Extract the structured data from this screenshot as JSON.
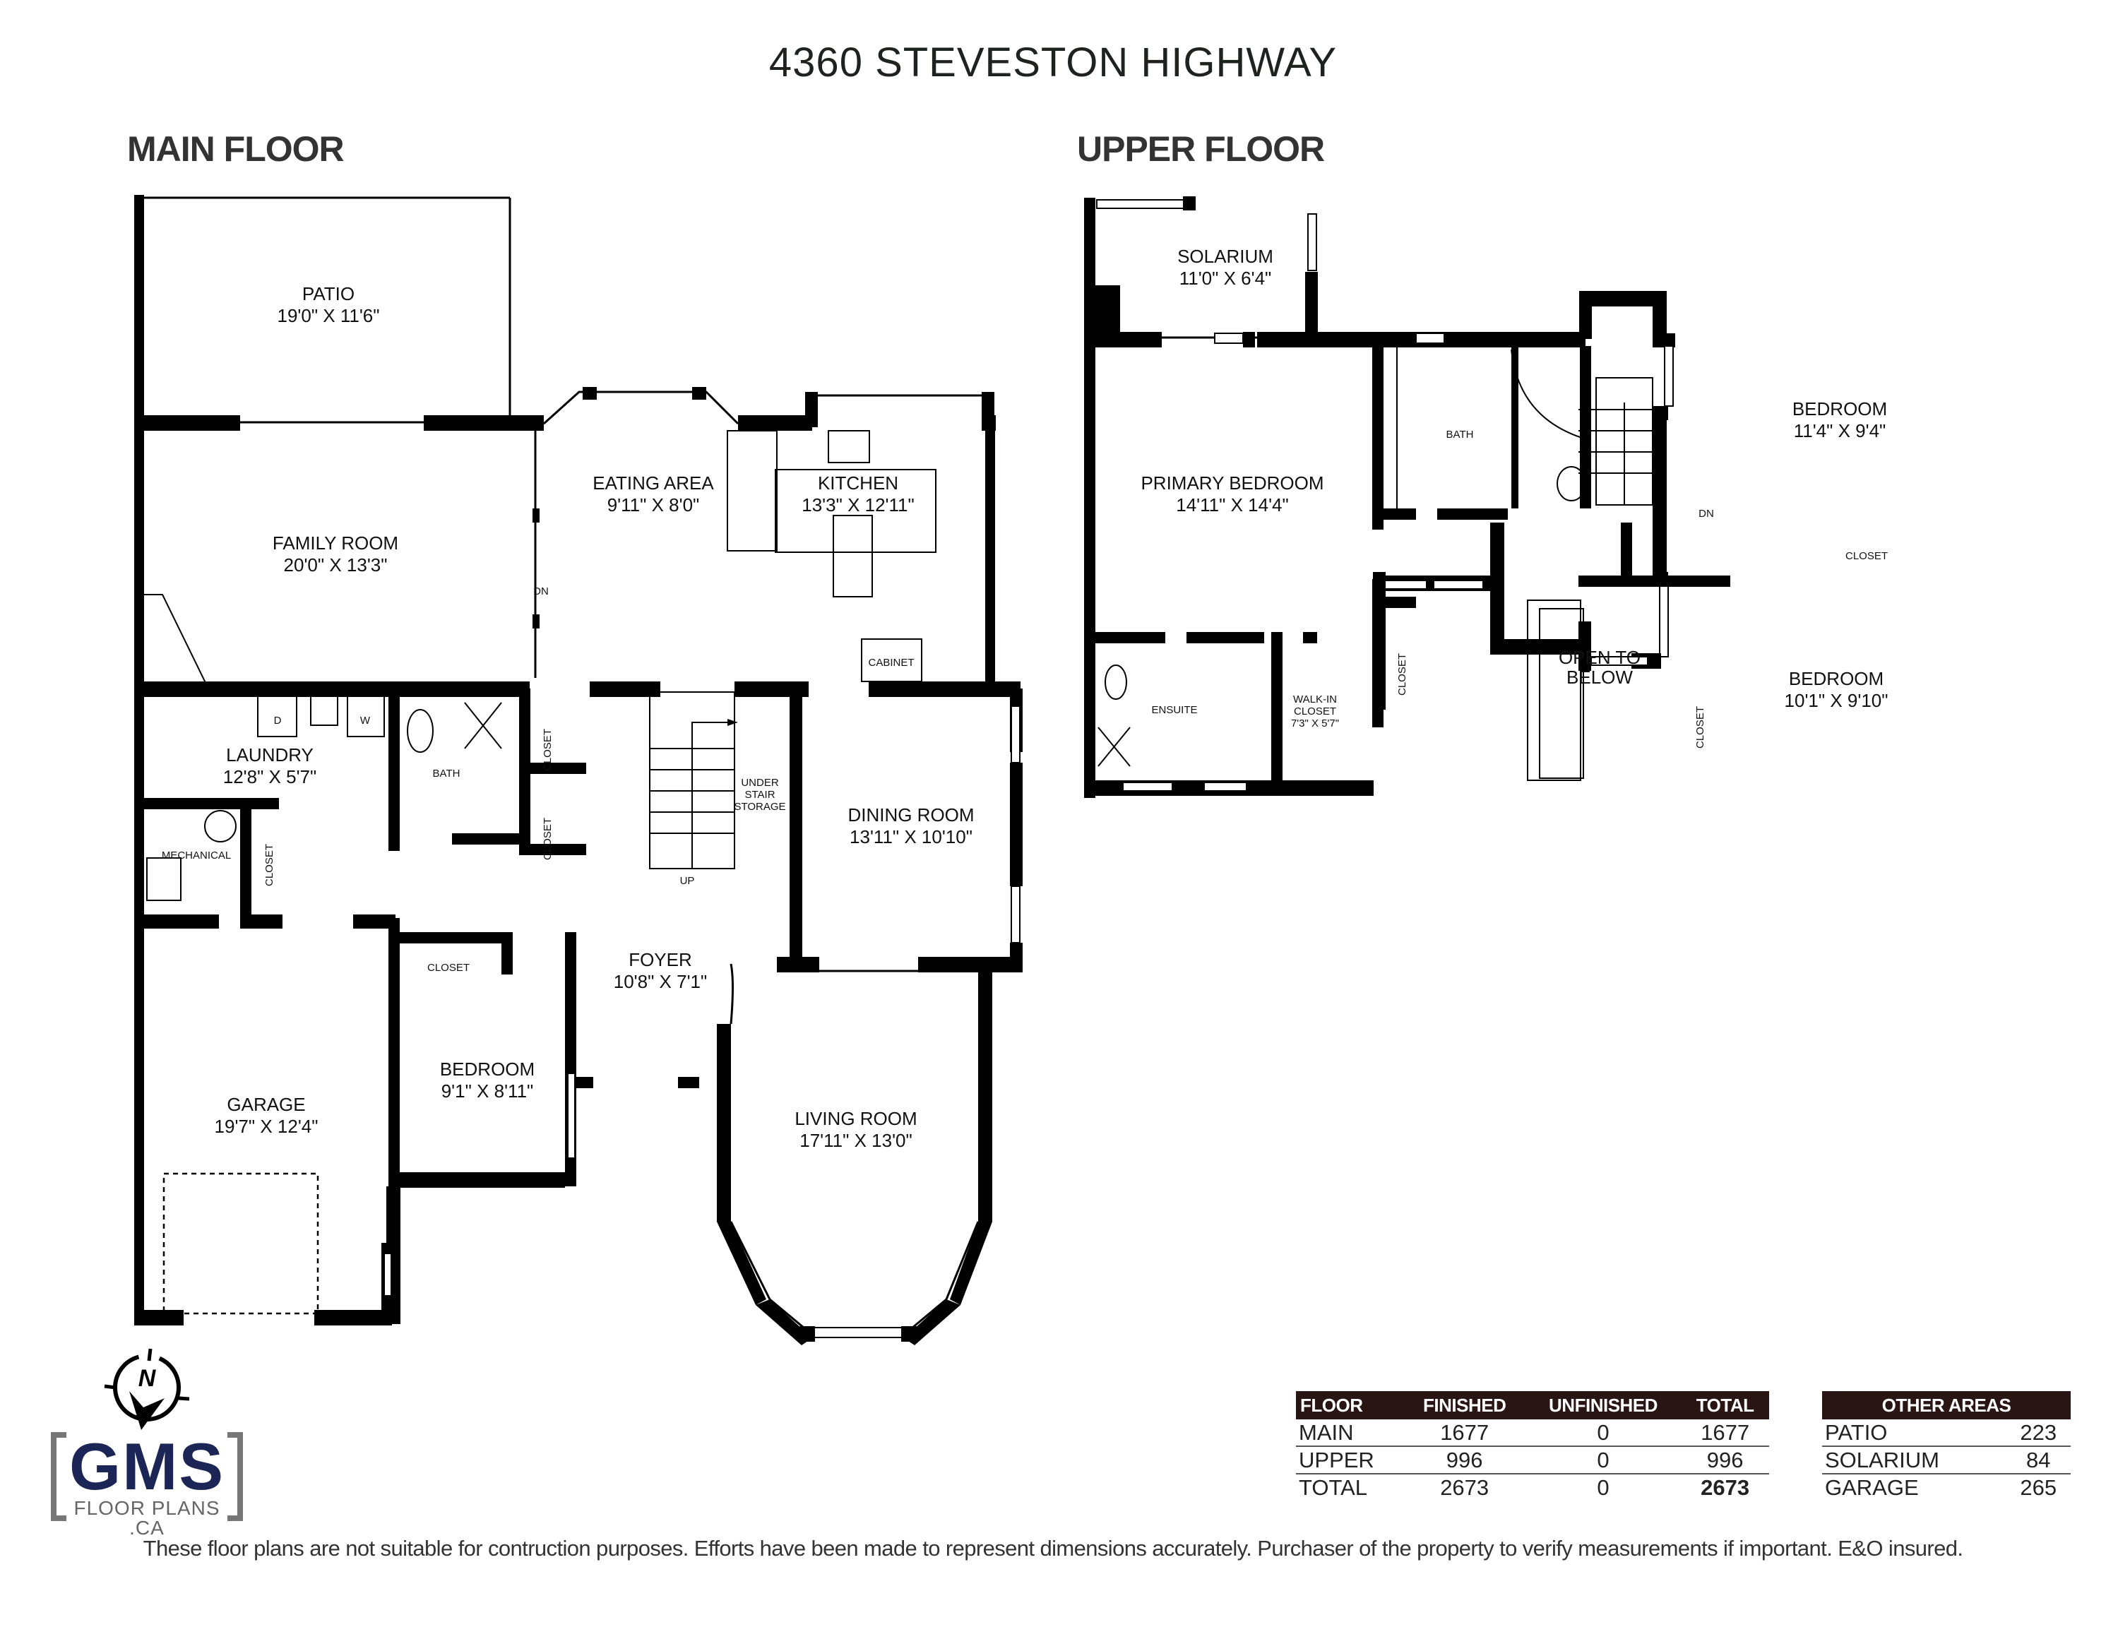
{
  "title": "4360 STEVESTON HIGHWAY",
  "main_floor": {
    "heading": "MAIN FLOOR",
    "rooms": [
      {
        "name": "PATIO",
        "dims": "19'0\" X 11'6\""
      },
      {
        "name": "FAMILY ROOM",
        "dims": "20'0\" X 13'3\""
      },
      {
        "name": "EATING AREA",
        "dims": "9'11\" X 8'0\""
      },
      {
        "name": "KITCHEN",
        "dims": "13'3\" X 12'11\""
      },
      {
        "name": "LAUNDRY",
        "dims": "12'8\" X 5'7\""
      },
      {
        "name": "DINING ROOM",
        "dims": "13'11\" X 10'10\""
      },
      {
        "name": "FOYER",
        "dims": "10'8\" X 7'1\""
      },
      {
        "name": "BEDROOM",
        "dims": "9'1\" X 8'11\""
      },
      {
        "name": "GARAGE",
        "dims": "19'7\" X 12'4\""
      },
      {
        "name": "LIVING ROOM",
        "dims": "17'11\" X 13'0\""
      }
    ],
    "small_labels": {
      "cabinet": "CABINET",
      "bath": "BATH",
      "closet": "CLOSET",
      "mechanical": "MECHANICAL",
      "under_stair_1": "UNDER",
      "under_stair_2": "STAIR",
      "under_stair_3": "STORAGE",
      "up": "UP",
      "dn": "DN",
      "dryer": "D",
      "washer": "W"
    }
  },
  "upper_floor": {
    "heading": "UPPER FLOOR",
    "rooms": [
      {
        "name": "SOLARIUM",
        "dims": "11'0\" X 6'4\""
      },
      {
        "name": "PRIMARY BEDROOM",
        "dims": "14'11\" X 14'4\""
      },
      {
        "name": "BEDROOM",
        "dims": "11'4\" X 9'4\""
      },
      {
        "name": "BEDROOM",
        "dims": "10'1\" X 9'10\""
      },
      {
        "name": "WALK-IN CLOSET",
        "dims": "7'3\" X 5'7\""
      }
    ],
    "small_labels": {
      "bath": "BATH",
      "ensuite": "ENSUITE",
      "closet": "CLOSET",
      "walkin_1": "WALK-IN",
      "walkin_2": "CLOSET",
      "open_1": "OPEN TO",
      "open_2": "BELOW",
      "dn": "DN"
    }
  },
  "area_table": {
    "headers": [
      "FLOOR",
      "FINISHED",
      "UNFINISHED",
      "TOTAL"
    ],
    "rows": [
      [
        "MAIN",
        "1677",
        "0",
        "1677"
      ],
      [
        "UPPER",
        "996",
        "0",
        "996"
      ],
      [
        "TOTAL",
        "2673",
        "0",
        "2673"
      ]
    ]
  },
  "other_areas": {
    "header": "OTHER AREAS",
    "rows": [
      [
        "PATIO",
        "223"
      ],
      [
        "SOLARIUM",
        "84"
      ],
      [
        "GARAGE",
        "265"
      ]
    ]
  },
  "logo": {
    "compass_letter": "N",
    "brand": "GMS",
    "sub": "FLOOR PLANS .CA"
  },
  "disclaimer": "These floor plans are not suitable for contruction purposes. Efforts have been made to represent dimensions accurately. Purchaser of the property to verify measurements if important. E&O insured."
}
